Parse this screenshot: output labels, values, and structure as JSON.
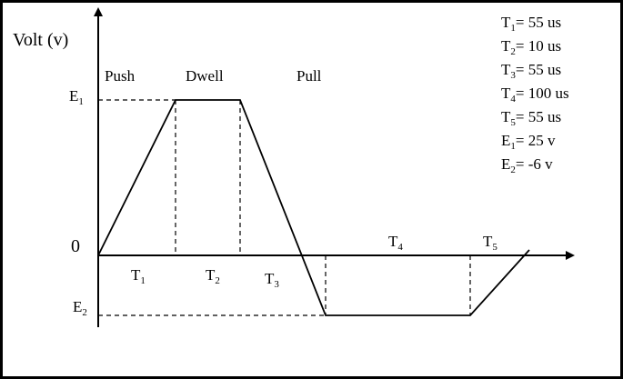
{
  "axis": {
    "y_label": "Volt (v)",
    "origin": "0",
    "e1_label": "E",
    "e1_sub": "1",
    "e2_label": "E",
    "e2_sub": "2"
  },
  "phases": {
    "push": "Push",
    "dwell": "Dwell",
    "pull": "Pull"
  },
  "intervals": [
    {
      "name": "T",
      "sub": "1"
    },
    {
      "name": "T",
      "sub": "2"
    },
    {
      "name": "T",
      "sub": "3"
    },
    {
      "name": "T",
      "sub": "4"
    },
    {
      "name": "T",
      "sub": "5"
    }
  ],
  "parameters": [
    {
      "name": "T",
      "sub": "1",
      "value": "= 55 us"
    },
    {
      "name": "T",
      "sub": "2",
      "value": "= 10 us"
    },
    {
      "name": "T",
      "sub": "3",
      "value": "= 55 us"
    },
    {
      "name": "T",
      "sub": "4",
      "value": "= 100 us"
    },
    {
      "name": "T",
      "sub": "5",
      "value": "= 55 us"
    },
    {
      "name": "E",
      "sub": "1",
      "value": "= 25 v"
    },
    {
      "name": "E",
      "sub": "2",
      "value": "= -6 v"
    }
  ]
}
